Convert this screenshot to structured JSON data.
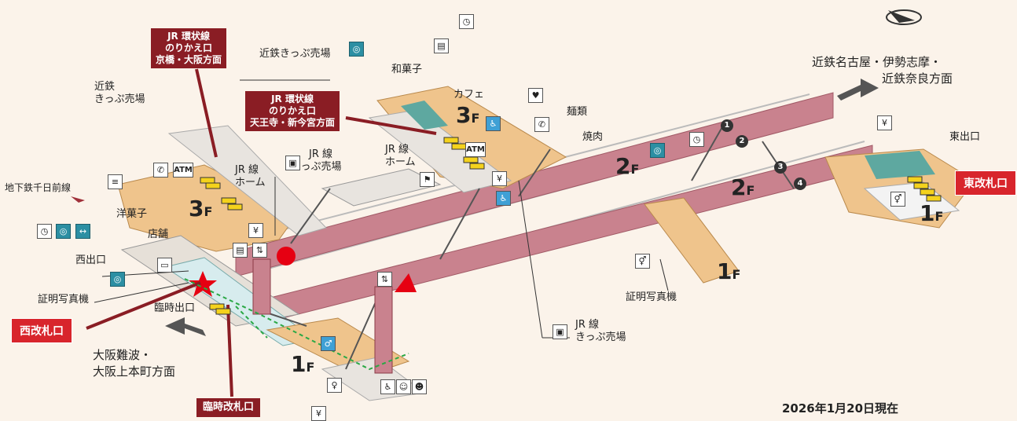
{
  "destinations": {
    "north_line1": "近鉄名古屋・伊勢志摩・",
    "north_line2": "近鉄奈良方面",
    "south_line1": "大阪難波・",
    "south_line2": "大阪上本町方面",
    "subway": "地下鉄千日前線"
  },
  "transfer_boxes": {
    "kyobashi": [
      "JR 環状線",
      "のりかえ口",
      "京橋・大阪方面"
    ],
    "tennoji": [
      "JR 環状線",
      "のりかえ口",
      "天王寺・新今宮方面"
    ]
  },
  "gates": {
    "west": "西改札口",
    "east": "東改札口",
    "temporary": "臨時改札口"
  },
  "exits": {
    "west": "西出口",
    "east": "東出口",
    "temporary": "臨時出口"
  },
  "facilities": {
    "kintetsu_ticket_top": "近鉄きっぷ売場",
    "kintetsu_ticket_left_1": "近鉄",
    "kintetsu_ticket_left_2": "きっぷ売場",
    "jr_ticket_1": "JR 線",
    "jr_ticket_2": "きっぷ売場",
    "jr_ticket_b1": "JR 線",
    "jr_ticket_b2": "きっぷ売場",
    "jr_home_left_1": "JR 線",
    "jr_home_left_2": "ホーム",
    "jr_home_mid_1": "JR 線",
    "jr_home_mid_2": "ホーム",
    "wagashi": "和菓子",
    "cafe": "カフェ",
    "menrui": "麺類",
    "yakiniku": "焼肉",
    "yougashi": "洋菓子",
    "tenpo": "店舗",
    "photo_left": "証明写真機",
    "photo_right": "証明写真機"
  },
  "floors": {
    "f3": "3",
    "f2": "2",
    "f1": "1",
    "suffix": "F"
  },
  "platforms": [
    "1",
    "2",
    "3",
    "4"
  ],
  "icons": {
    "atm": "ATM",
    "yen": "¥",
    "phone": "✆"
  },
  "date": "2026年1月20日現在",
  "colors": {
    "background": "#fbf3ea",
    "platform": "#c9828e",
    "concourse": "#efc48c",
    "gate_red": "#d8252c",
    "box_dark": "#8a1d24",
    "teal": "#5ea8a0"
  }
}
